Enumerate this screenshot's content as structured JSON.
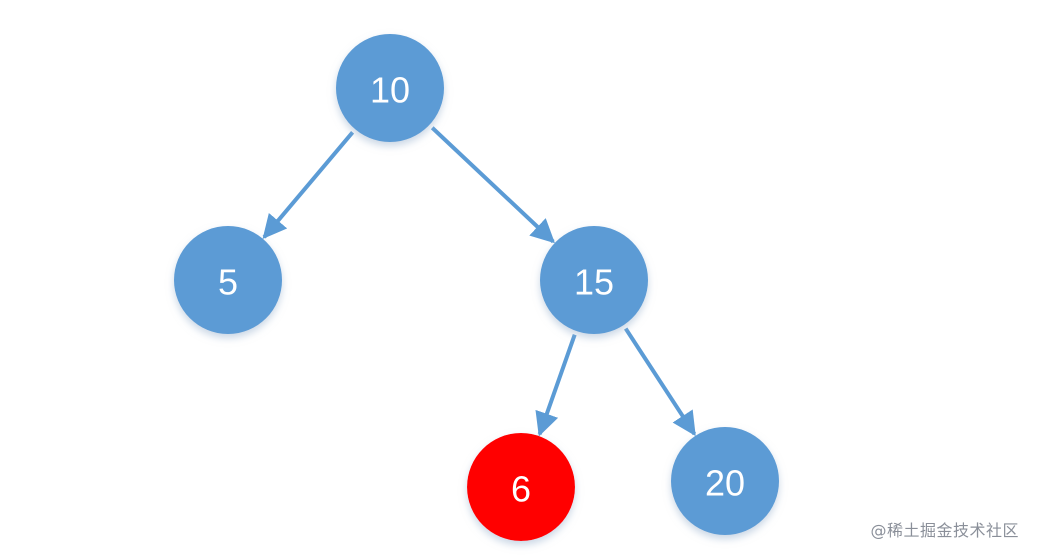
{
  "tree": {
    "nodes": [
      {
        "id": "n10",
        "label": "10",
        "color": "#5b9bd5"
      },
      {
        "id": "n5",
        "label": "5",
        "color": "#5b9bd5"
      },
      {
        "id": "n15",
        "label": "15",
        "color": "#5b9bd5"
      },
      {
        "id": "n6",
        "label": "6",
        "color": "#ff0000"
      },
      {
        "id": "n20",
        "label": "20",
        "color": "#5b9bd5"
      }
    ],
    "edges": [
      {
        "from": "n10",
        "to": "n5"
      },
      {
        "from": "n10",
        "to": "n15"
      },
      {
        "from": "n15",
        "to": "n6"
      },
      {
        "from": "n15",
        "to": "n20"
      }
    ],
    "edge_color": "#5b9bd5"
  },
  "watermark": {
    "text": "@稀土掘金技术社区"
  }
}
